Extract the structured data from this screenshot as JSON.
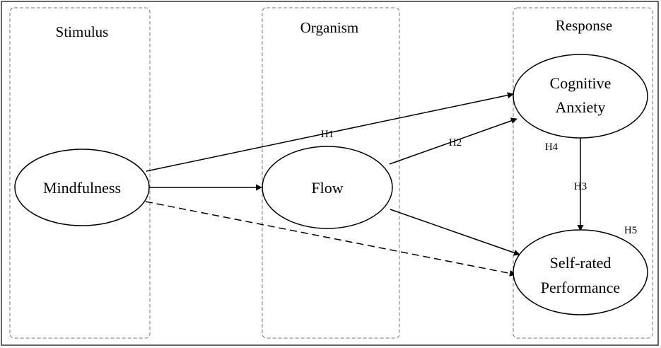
{
  "groups": {
    "stimulus": {
      "title": "Stimulus"
    },
    "organism": {
      "title": "Organism"
    },
    "response": {
      "title": "Response"
    }
  },
  "nodes": {
    "mindfulness": {
      "label": "Mindfulness"
    },
    "flow": {
      "label": "Flow"
    },
    "cognitive_anxiety": {
      "line1": "Cognitive",
      "line2": "Anxiety"
    },
    "self_rated_performance": {
      "line1": "Self-rated",
      "line2": "Performance"
    }
  },
  "edges": {
    "h1": {
      "label": "H1",
      "from": "Mindfulness",
      "to": "Cognitive Anxiety",
      "style": "solid"
    },
    "h2": {
      "label": "H2",
      "from": "Flow",
      "to": "Cognitive Anxiety",
      "style": "solid"
    },
    "h3": {
      "label": "H3",
      "from": "Cognitive Anxiety",
      "to": "Self-rated Performance",
      "style": "solid"
    },
    "h4": {
      "label": "H4"
    },
    "h5": {
      "label": "H5"
    },
    "mindfulness_flow": {
      "from": "Mindfulness",
      "to": "Flow",
      "style": "solid"
    },
    "flow_performance": {
      "from": "Flow",
      "to": "Self-rated Performance",
      "style": "solid"
    },
    "mindfulness_performance": {
      "from": "Mindfulness",
      "to": "Self-rated Performance",
      "style": "dashed"
    }
  }
}
